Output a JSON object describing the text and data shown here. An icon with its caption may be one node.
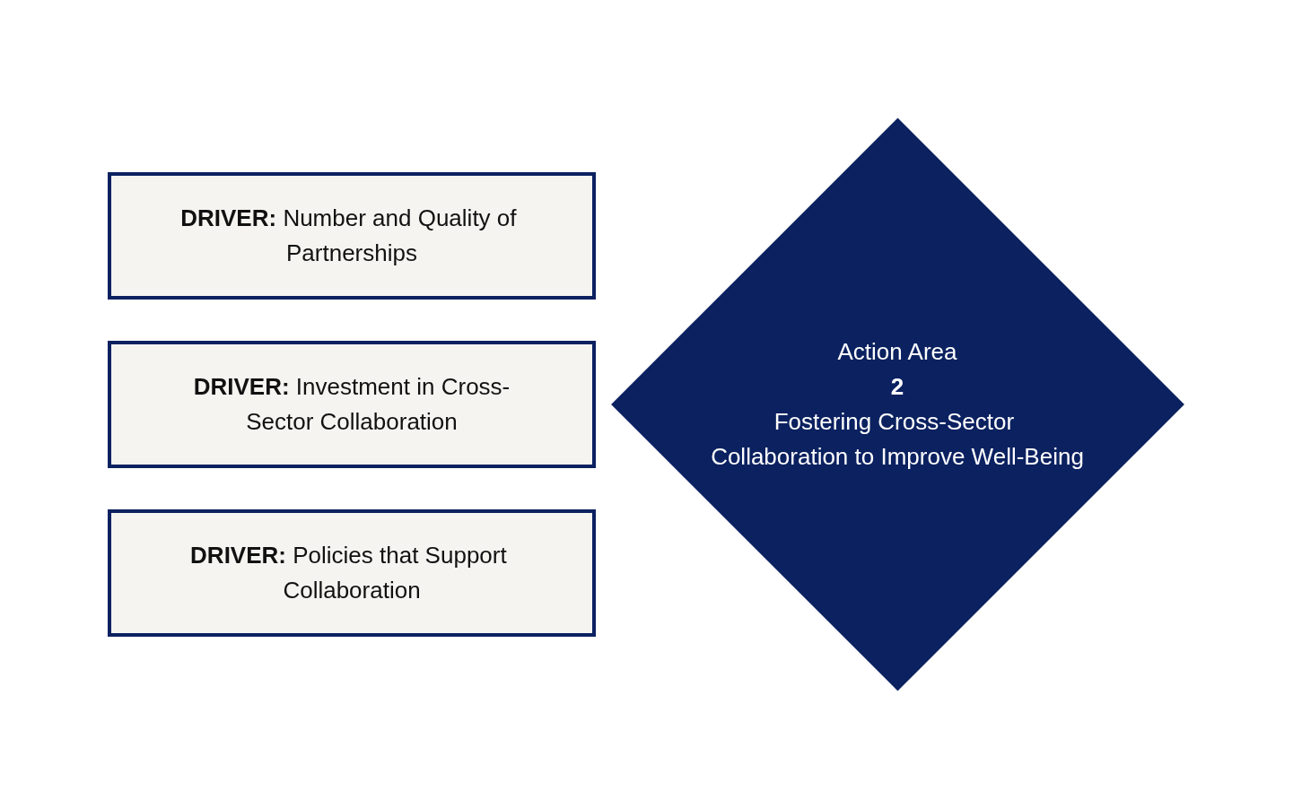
{
  "diagram": {
    "nodes": [
      {
        "text": [
          "**DRIVER:** Number and Quality of Partnerships"
        ]
      },
      {
        "text": [
          "**DRIVER:** Investment in Cross-Sector Collaboration"
        ]
      },
      {
        "text": [
          "**DRIVER:** Policies that Support Collaboration"
        ]
      },
      {
        "text": [
          "Action Area",
          "2",
          "Fostering Cross-Sector Collaboration to Improve Well-Being"
        ]
      }
    ]
  }
}
